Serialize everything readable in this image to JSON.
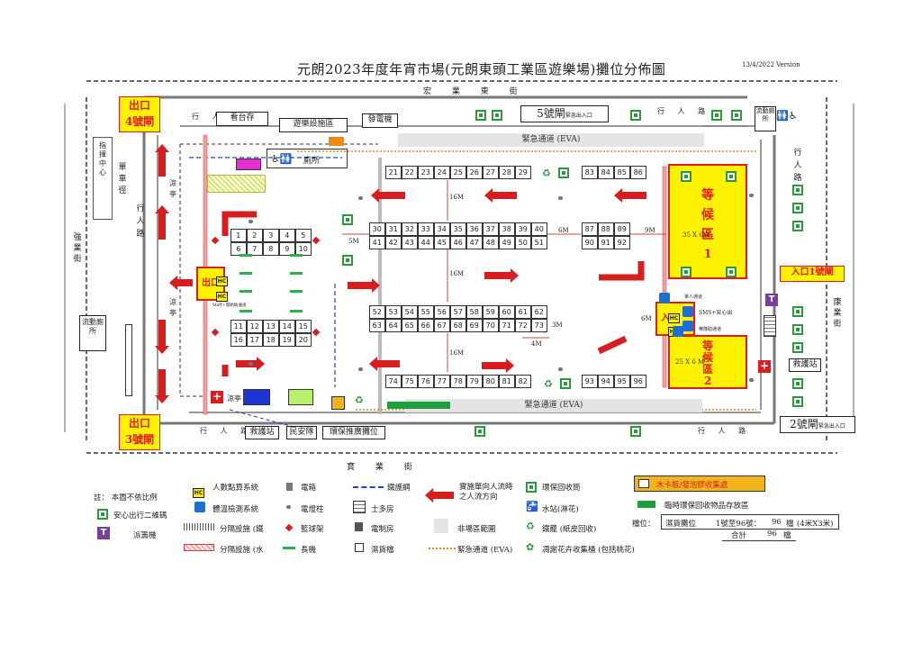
{
  "title": "元朗2023年度年宵市場(元朗東頭工業區遊樂場)攤位分佈圖",
  "version": "13/4/2022 Version",
  "streets": {
    "top": "宏 業 東 街",
    "bottom": "寶 業 街",
    "left": "強業街",
    "right": "康業街"
  },
  "labels": {
    "pedestrian": "行 人 路",
    "pedestrian_v": "行人路",
    "bike_path": "單車徑",
    "command_center": "指揮中心",
    "pavilion": "涼亭",
    "stage": "看台存",
    "play_area": "遊樂設施區",
    "generator": "發電機",
    "toilet": "廁所",
    "mobile_toilet": "流動廁所",
    "first_aid": "救護站",
    "civil_aid": "民安隊",
    "eco_stall": "環保推廣攤位",
    "staff_pass": "Staff / 開始助通道",
    "sms_label": "SMS+安心出",
    "lane_top": "單人通道",
    "lane_bottom": "樂隊助通道"
  },
  "gates": {
    "exit4": [
      "出口",
      "4號閘"
    ],
    "exit3": [
      "出口",
      "3號閘"
    ],
    "gate5": "5號閘",
    "gate5_sub": "緊急出入口",
    "gate2": "2號閘",
    "gate2_sub": "緊急出入口",
    "entrance1": "入口1號閘",
    "exit_mid": "出口",
    "entry_mid": "入口"
  },
  "eva": "緊急通道 (EVA)",
  "waiting": [
    {
      "title": "等候區",
      "num": "1",
      "size": "35 X 6M"
    },
    {
      "title": "等候區",
      "num": "2",
      "size": "25 X 6 M"
    }
  ],
  "distances": {
    "d16a": "16M",
    "d16b": "16M",
    "d16c": "16M",
    "d5": "5M",
    "d6a": "6M",
    "d9": "9M",
    "d3": "3M",
    "d4": "4M",
    "d6b": "6M"
  },
  "stall_rows": {
    "r1": [
      "21",
      "22",
      "23",
      "24",
      "25",
      "26",
      "27",
      "28",
      "29"
    ],
    "r1b": [
      "83",
      "84",
      "85",
      "86"
    ],
    "r2": [
      "30",
      "31",
      "32",
      "33",
      "34",
      "35",
      "36",
      "37",
      "38",
      "39",
      "40"
    ],
    "r3": [
      "41",
      "42",
      "43",
      "44",
      "45",
      "46",
      "47",
      "48",
      "49",
      "50",
      "51"
    ],
    "r2b": [
      "87",
      "88",
      "89"
    ],
    "r3b": [
      "90",
      "91",
      "92"
    ],
    "r4": [
      "52",
      "53",
      "54",
      "55",
      "56",
      "57",
      "58",
      "59",
      "60",
      "61",
      "62"
    ],
    "r5": [
      "63",
      "64",
      "65",
      "66",
      "67",
      "68",
      "69",
      "70",
      "71",
      "72",
      "73"
    ],
    "r6": [
      "74",
      "75",
      "76",
      "77",
      "78",
      "79",
      "80",
      "81",
      "82"
    ],
    "r6b": [
      "93",
      "94",
      "95",
      "96"
    ],
    "lg1": [
      "1",
      "2",
      "3",
      "4",
      "5"
    ],
    "lg2": [
      "6",
      "7",
      "8",
      "9",
      "10"
    ],
    "lg3": [
      "11",
      "12",
      "13",
      "14",
      "15"
    ],
    "lg4": [
      "16",
      "17",
      "18",
      "19",
      "20"
    ]
  },
  "legend": {
    "note": "註：",
    "not_scale": "本圖不依比例",
    "qr": "安心出行二維碼",
    "dispenser": "派籌機",
    "hc": "人數點算系統",
    "temp": "體溫檢測系統",
    "fence_iron": "分隔設施 (鐵",
    "fence_water": "分隔設施 (水",
    "elec_box": "電箱",
    "lamp": "電燈柱",
    "hoop": "籃球架",
    "bench": "長機",
    "wire": "鐵護網",
    "store": "士多房",
    "elec_room": "電制房",
    "stall_box": "濕貨檔",
    "flow": "實施單向人流時之人流方向",
    "non_area": "非場區範圍",
    "eva_legend": "緊急通道 (EVA)",
    "recycle": "環保回收筒",
    "water": "水站(淋花)",
    "paper": "鐵籠 (紙皮回收)",
    "flower": "凋謝花卉收集桶 (包括桃花)",
    "wood": "木卡板/發泡膠收集處",
    "temp_store": "臨時環保回收物品存放區",
    "stall_label": "檔位：",
    "stall_type": "濕貨攤位",
    "stall_range": "1號至96號：",
    "stall_count": "96",
    "stall_unit": "檔",
    "stall_size": "(4米X3米)",
    "total_label": "合計",
    "total_count": "96",
    "total_unit": "檔",
    "hc_text": "HC",
    "t_text": "T"
  },
  "colors": {
    "red": "#d71d1d",
    "yellow": "#fff200",
    "green": "#2b9a3a",
    "eva_grey": "#e4e4e4",
    "purple": "#7a3d9a",
    "blue": "#1f6fd1"
  }
}
